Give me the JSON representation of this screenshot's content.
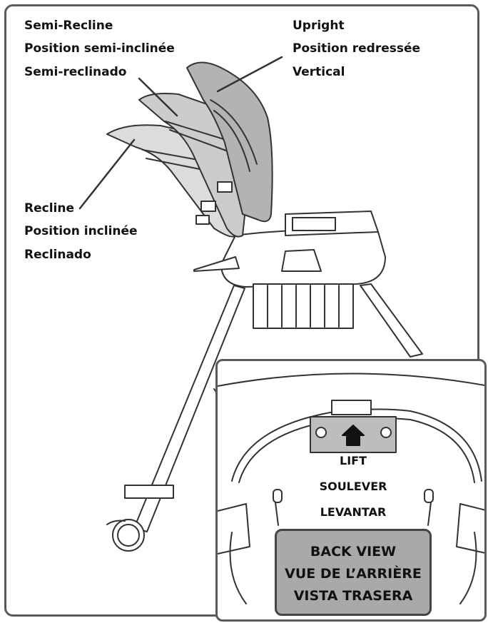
{
  "labels": {
    "semi_recline": [
      "Semi-Recline",
      "Position semi-inclinée",
      "Semi-reclinado"
    ],
    "upright": [
      "Upright",
      "Position redressée",
      "Vertical"
    ],
    "recline": [
      "Recline",
      "Position inclinée",
      "Reclinado"
    ]
  },
  "inset": {
    "lift": [
      "LIFT",
      "SOULEVER",
      "LEVANTAR"
    ],
    "back_view": [
      "BACK VIEW",
      "VUE DE L’ARRIÈRE",
      "VISTA TRASERA"
    ]
  },
  "colors": {
    "frame": "#5a5a5a",
    "seat_fill": "#b3b3b3",
    "seat_light": "#d9d9d9",
    "box_fill": "#a9a9a9",
    "line": "#333333"
  }
}
